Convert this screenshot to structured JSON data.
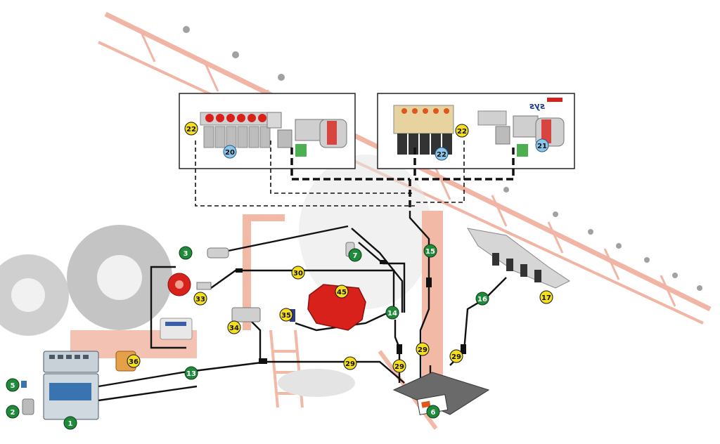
{
  "colors": {
    "background": "#ffffff",
    "boom": "#e67a5c",
    "frame": "#e8805f",
    "line": "#111111",
    "yellow_marker": "#f4de1e",
    "green_marker": "#1f8a3a",
    "blue_marker": "#8ec6ea",
    "tank_red": "#d9211c",
    "tire": "#bdbdbd",
    "panel_border": "#222222"
  },
  "logo_text": "sys",
  "markers": [
    {
      "label": "22",
      "style": "yellow"
    },
    {
      "label": "20",
      "style": "blue"
    },
    {
      "label": "22",
      "style": "yellow"
    },
    {
      "label": "21",
      "style": "blue"
    },
    {
      "label": "22",
      "style": "blue"
    },
    {
      "label": "3",
      "style": "green"
    },
    {
      "label": "33",
      "style": "yellow"
    },
    {
      "label": "30",
      "style": "yellow"
    },
    {
      "label": "7",
      "style": "green"
    },
    {
      "label": "15",
      "style": "green"
    },
    {
      "label": "45",
      "style": "yellow"
    },
    {
      "label": "14",
      "style": "green"
    },
    {
      "label": "35",
      "style": "yellow"
    },
    {
      "label": "34",
      "style": "yellow"
    },
    {
      "label": "16",
      "style": "green"
    },
    {
      "label": "17",
      "style": "yellow"
    },
    {
      "label": "36",
      "style": "yellow"
    },
    {
      "label": "13",
      "style": "green"
    },
    {
      "label": "29",
      "style": "yellow"
    },
    {
      "label": "29",
      "style": "yellow"
    },
    {
      "label": "29",
      "style": "yellow"
    },
    {
      "label": "29",
      "style": "yellow"
    },
    {
      "label": "6",
      "style": "green"
    },
    {
      "label": "5",
      "style": "green"
    },
    {
      "label": "2",
      "style": "green"
    },
    {
      "label": "1",
      "style": "green"
    }
  ]
}
